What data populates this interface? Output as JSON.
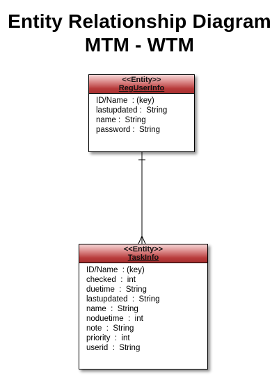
{
  "title": {
    "line1": "Entity Relationship Diagram",
    "line2": "MTM - WTM"
  },
  "entities": [
    {
      "stereotype": "<<Entity>>",
      "name": "RegUserInfo",
      "attributes": [
        "ID/Name  : (key)",
        "lastupdated :  String",
        "name :  String",
        "password :  String"
      ]
    },
    {
      "stereotype": "<<Entity>>",
      "name": "TaskInfo",
      "attributes": [
        "ID/Name  : (key)",
        "checked  :  int",
        "duetime  :  String",
        "lastupdated  :  String",
        "name  :  String",
        "noduetime  :  int",
        "note  :  String",
        "priority  :  int",
        "userid  :  String"
      ]
    }
  ],
  "relationship": {
    "from": "RegUserInfo",
    "to": "TaskInfo",
    "from_end": "one",
    "to_end": "many"
  }
}
